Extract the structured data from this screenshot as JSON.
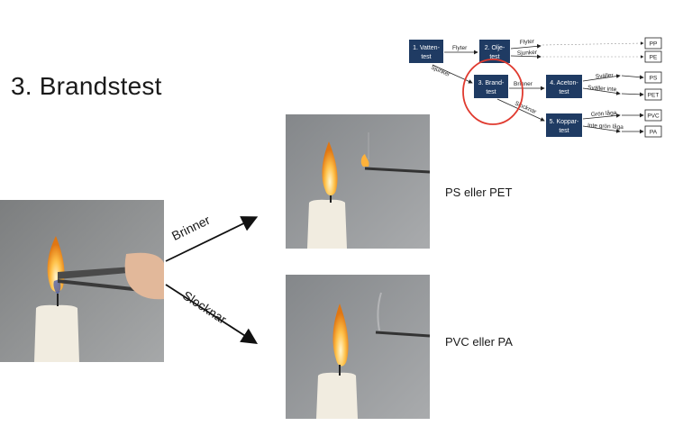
{
  "title": "3. Brandstest",
  "flowchart": {
    "boxes": [
      {
        "line1": "1. Vatten-",
        "line2": "test"
      },
      {
        "line1": "2. Olje-",
        "line2": "test"
      },
      {
        "line1": "3. Brand-",
        "line2": "test"
      },
      {
        "line1": "4. Aceton-",
        "line2": "test"
      },
      {
        "line1": "5. Koppar-",
        "line2": "test"
      }
    ],
    "results": [
      "PP",
      "PE",
      "PS",
      "PET",
      "PVC",
      "PA"
    ],
    "labels": {
      "flyter1": "Flyter",
      "sjunker1": "Sjunker",
      "flyter2": "Flyter",
      "sjunker2": "Sjunker",
      "brinner": "Brinner",
      "slocknar": "Slocknar",
      "svaller": "Sväller",
      "svaller_inte": "Sväller inte",
      "gron_laga": "Grön låga",
      "inte_gron_laga": "Inte grön låga"
    },
    "highlight_color": "#e03a2f",
    "box_color": "#1f3b63"
  },
  "branches": {
    "brinner": "Brinner",
    "slocknar": "Slocknar"
  },
  "results": {
    "ps_pet": "PS eller PET",
    "pvc_pa": "PVC eller PA"
  }
}
